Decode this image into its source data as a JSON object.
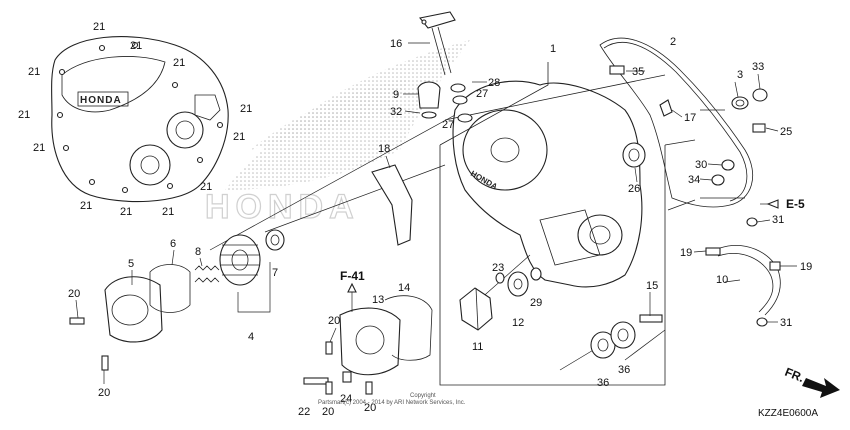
{
  "diagram": {
    "part_labels": {
      "p21a": "21",
      "p21b": "21",
      "p21c": "21",
      "p21d": "21",
      "p21e": "21",
      "p21f": "21",
      "p21g": "21",
      "p21h": "21",
      "p21i": "21",
      "p21j": "21",
      "p21k": "21",
      "p21l": "21",
      "p16": "16",
      "p1": "1",
      "p2": "2",
      "p3": "3",
      "p33": "33",
      "p35": "35",
      "p9": "9",
      "p32": "32",
      "p28": "28",
      "p27a": "27",
      "p27b": "27",
      "p17": "17",
      "p18": "18",
      "p25": "25",
      "p30": "30",
      "p34": "34",
      "p26": "26",
      "p6": "6",
      "p8": "8",
      "p7": "7",
      "p5": "5",
      "p4": "4",
      "p20a": "20",
      "p20b": "20",
      "p20c": "20",
      "p20d": "20",
      "p20e": "20",
      "p13": "13",
      "p14": "14",
      "p23": "23",
      "p12": "12",
      "p29": "29",
      "p11": "11",
      "p15": "15",
      "p36a": "36",
      "p36b": "36",
      "p19a": "19",
      "p19b": "19",
      "p10": "10",
      "p31a": "31",
      "p31b": "31",
      "p22": "22",
      "p24": "24"
    },
    "refs": {
      "e5": "E-5",
      "f41": "F-41",
      "fr": "FR."
    },
    "brand": "HONDA",
    "copyright_line1": "Copyright",
    "copyright_line2": "Partsmart(c) 2004 - 2014 by ARI Network Services, Inc.",
    "diagram_code": "KZZ4E0600A",
    "colors": {
      "ink": "#222222",
      "watermark": "#c8c8c8"
    }
  }
}
